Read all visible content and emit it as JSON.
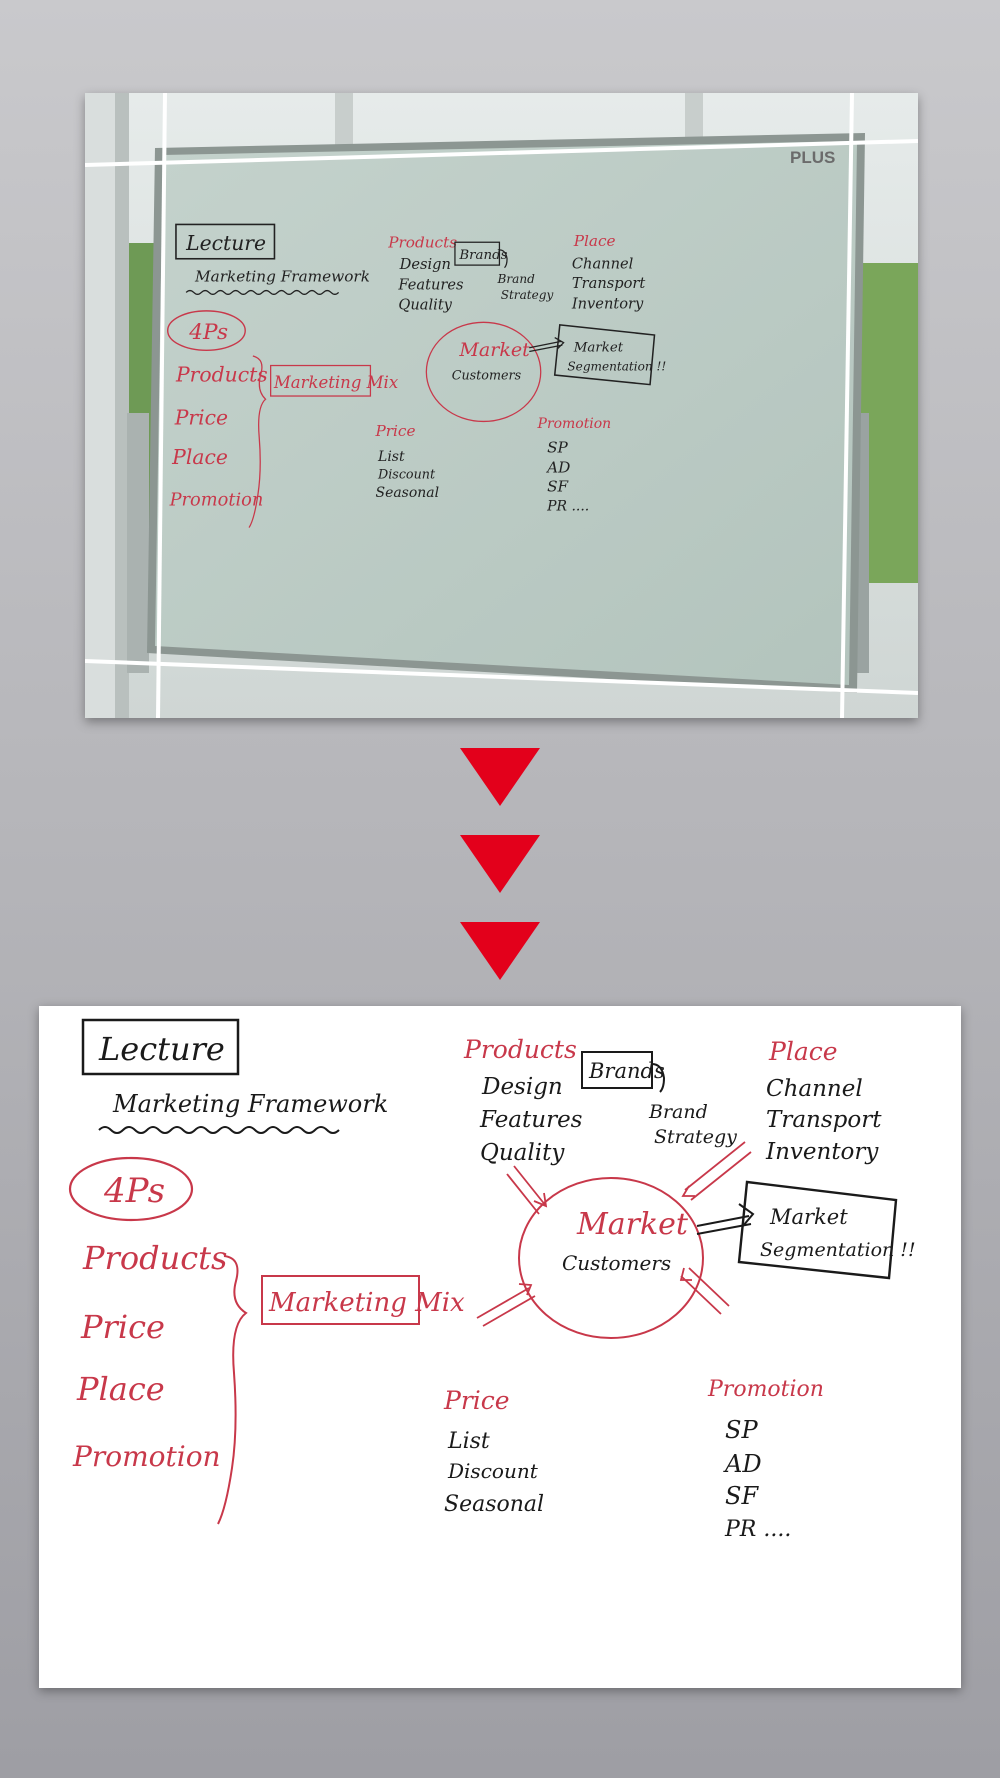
{
  "colors": {
    "ink_red": "#c8384a",
    "ink_black": "#1a1a1a",
    "arrow_red": "#e3001b"
  },
  "board": {
    "brand": "PLUS",
    "lecture": "Lecture",
    "framework": "Marketing Framework",
    "fourps": "4Ps",
    "mix_items": [
      "Products",
      "Price",
      "Place",
      "Promotion"
    ],
    "marketing_mix": "Marketing Mix",
    "products_head": "Products",
    "products_items": [
      "Design",
      "Features",
      "Quality"
    ],
    "brands": "Brands",
    "brand_strategy": [
      "Brand",
      "Strategy"
    ],
    "place_head": "Place",
    "place_items": [
      "Channel",
      "Transport",
      "Inventory"
    ],
    "market": "Market",
    "customers": "Customers",
    "segmentation": [
      "Market",
      "Segmentation !!"
    ],
    "price_head": "Price",
    "price_items": [
      "List",
      "Discount",
      "Seasonal"
    ],
    "promotion_head": "Promotion",
    "promotion_items": [
      "SP",
      "AD",
      "SF",
      "PR ...."
    ]
  }
}
